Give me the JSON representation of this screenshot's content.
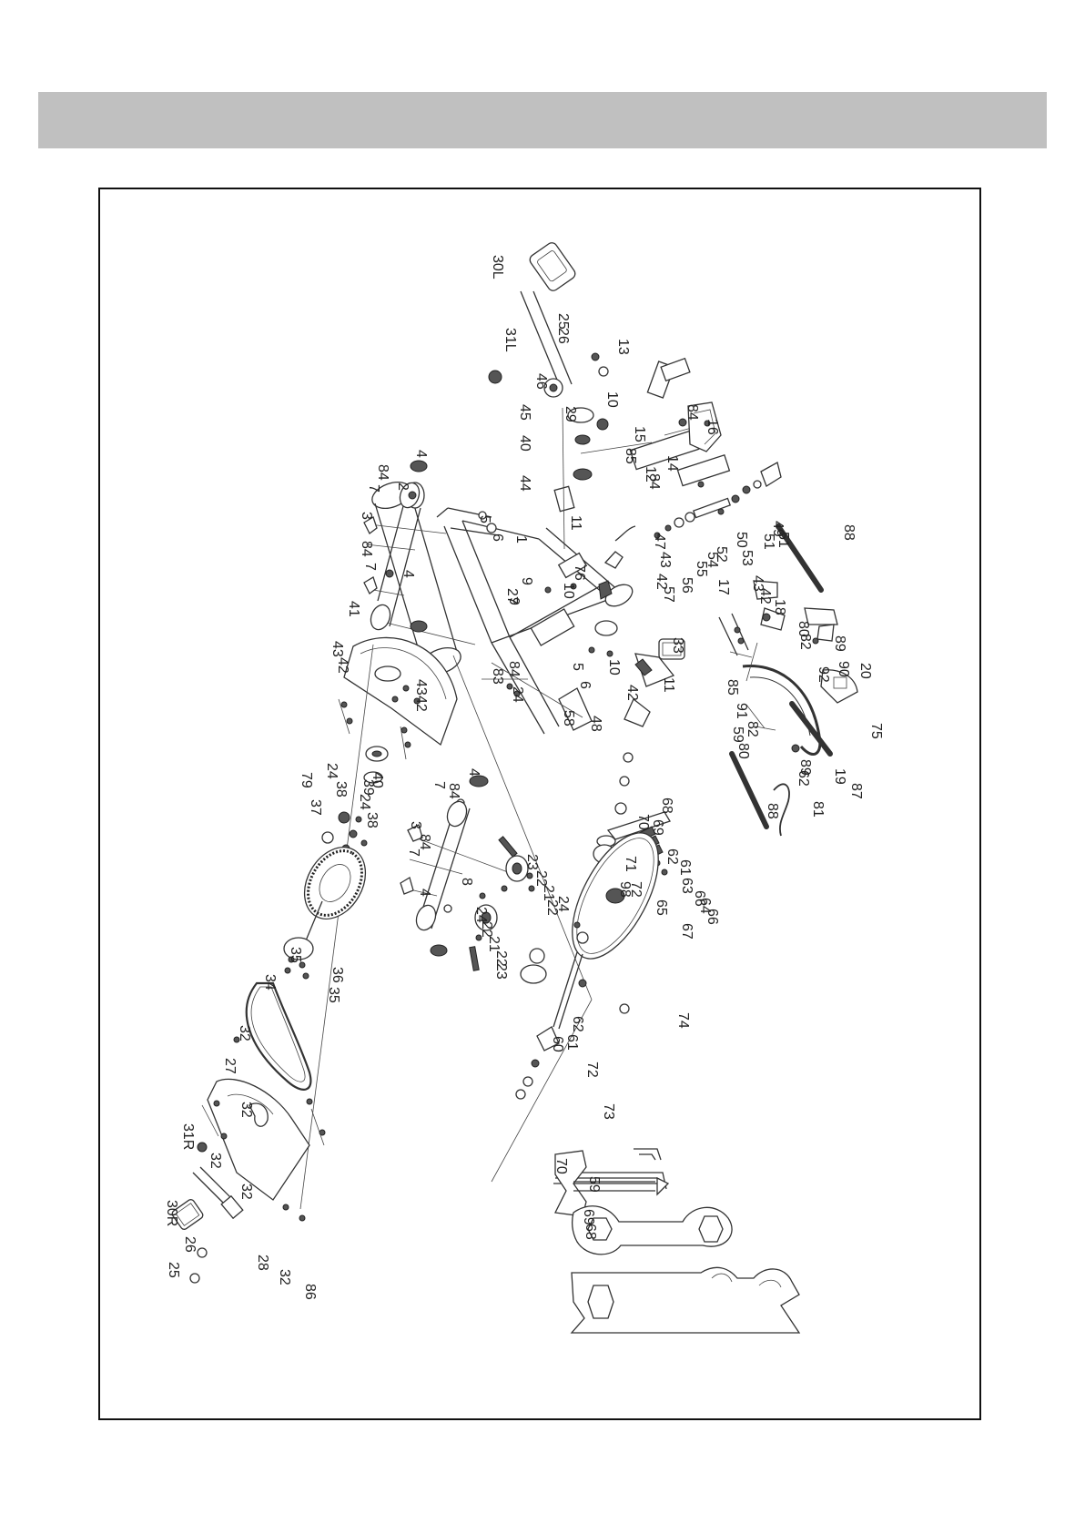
{
  "header": {
    "title": ""
  },
  "diagram": {
    "labels": [
      "30L",
      "31L",
      "25",
      "26",
      "29",
      "46",
      "45",
      "40",
      "44",
      "13",
      "10",
      "84",
      "16",
      "12",
      "15",
      "85",
      "84",
      "14",
      "4",
      "84",
      "7",
      "2",
      "3",
      "84",
      "7",
      "5",
      "6",
      "11",
      "1",
      "76",
      "10",
      "4",
      "41",
      "43",
      "42",
      "43",
      "42",
      "9",
      "27",
      "9",
      "83",
      "84",
      "24",
      "5",
      "6",
      "58",
      "48",
      "42",
      "10",
      "11",
      "33",
      "47",
      "43",
      "42",
      "57",
      "56",
      "55",
      "54",
      "52",
      "50",
      "51",
      "49",
      "51",
      "53",
      "17",
      "43",
      "42",
      "88",
      "18",
      "80",
      "82",
      "89",
      "90",
      "92",
      "20",
      "85",
      "91",
      "59",
      "80",
      "82",
      "75",
      "89",
      "19",
      "88",
      "87",
      "81",
      "62",
      "24",
      "38",
      "79",
      "37",
      "40",
      "39",
      "24",
      "38",
      "4",
      "84",
      "7",
      "3",
      "84",
      "7",
      "4",
      "8",
      "23",
      "22",
      "21",
      "22",
      "24",
      "24",
      "22",
      "21",
      "22",
      "23",
      "68",
      "69",
      "70",
      "71",
      "62",
      "61",
      "63",
      "66",
      "64",
      "72",
      "98",
      "65",
      "66",
      "67",
      "74",
      "62",
      "61",
      "60",
      "72",
      "73",
      "59",
      "70",
      "69",
      "68",
      "35",
      "36",
      "35",
      "34",
      "32",
      "27",
      "32",
      "31R",
      "32",
      "32",
      "30R",
      "28",
      "26",
      "25",
      "32",
      "86"
    ]
  }
}
